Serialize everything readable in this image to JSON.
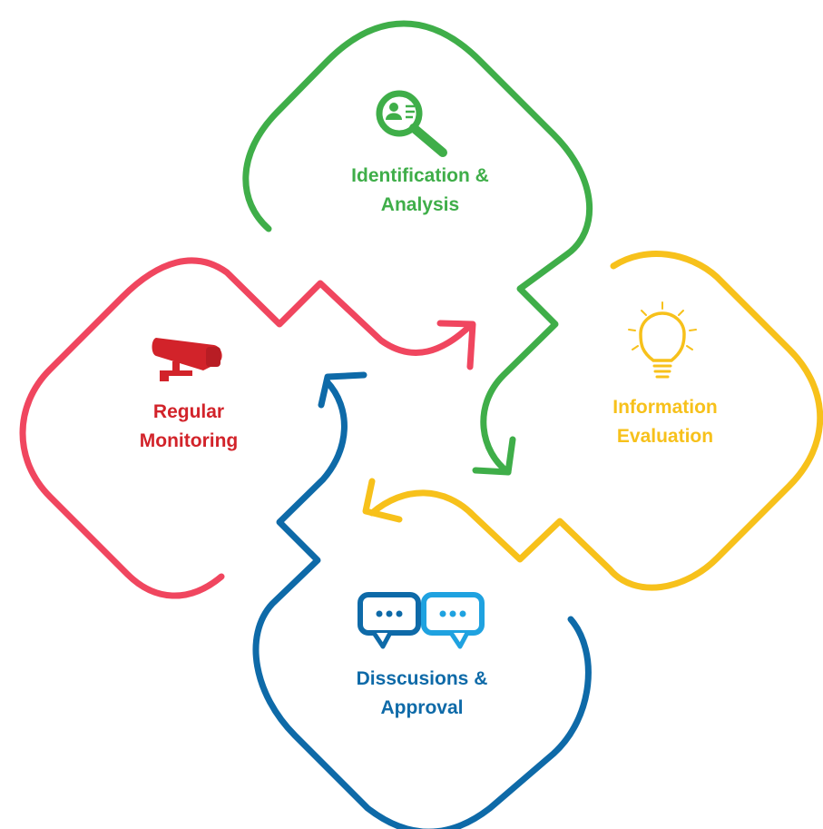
{
  "stages": [
    {
      "id": "identification",
      "line1": "Identification &",
      "line2": "Analysis",
      "color": "#3fae49",
      "icon": "magnifier-profile-icon"
    },
    {
      "id": "evaluation",
      "line1": "Information",
      "line2": "Evaluation",
      "color": "#f7c11b",
      "icon": "lightbulb-icon"
    },
    {
      "id": "discussion",
      "line1": "Disscusions &",
      "line2": "Approval",
      "color": "#0e6aa8",
      "icon": "chat-bubbles-icon"
    },
    {
      "id": "monitoring",
      "line1": "Regular",
      "line2": "Monitoring",
      "color": "#f0465f",
      "text_color": "#d2232a",
      "icon": "security-camera-icon"
    }
  ]
}
